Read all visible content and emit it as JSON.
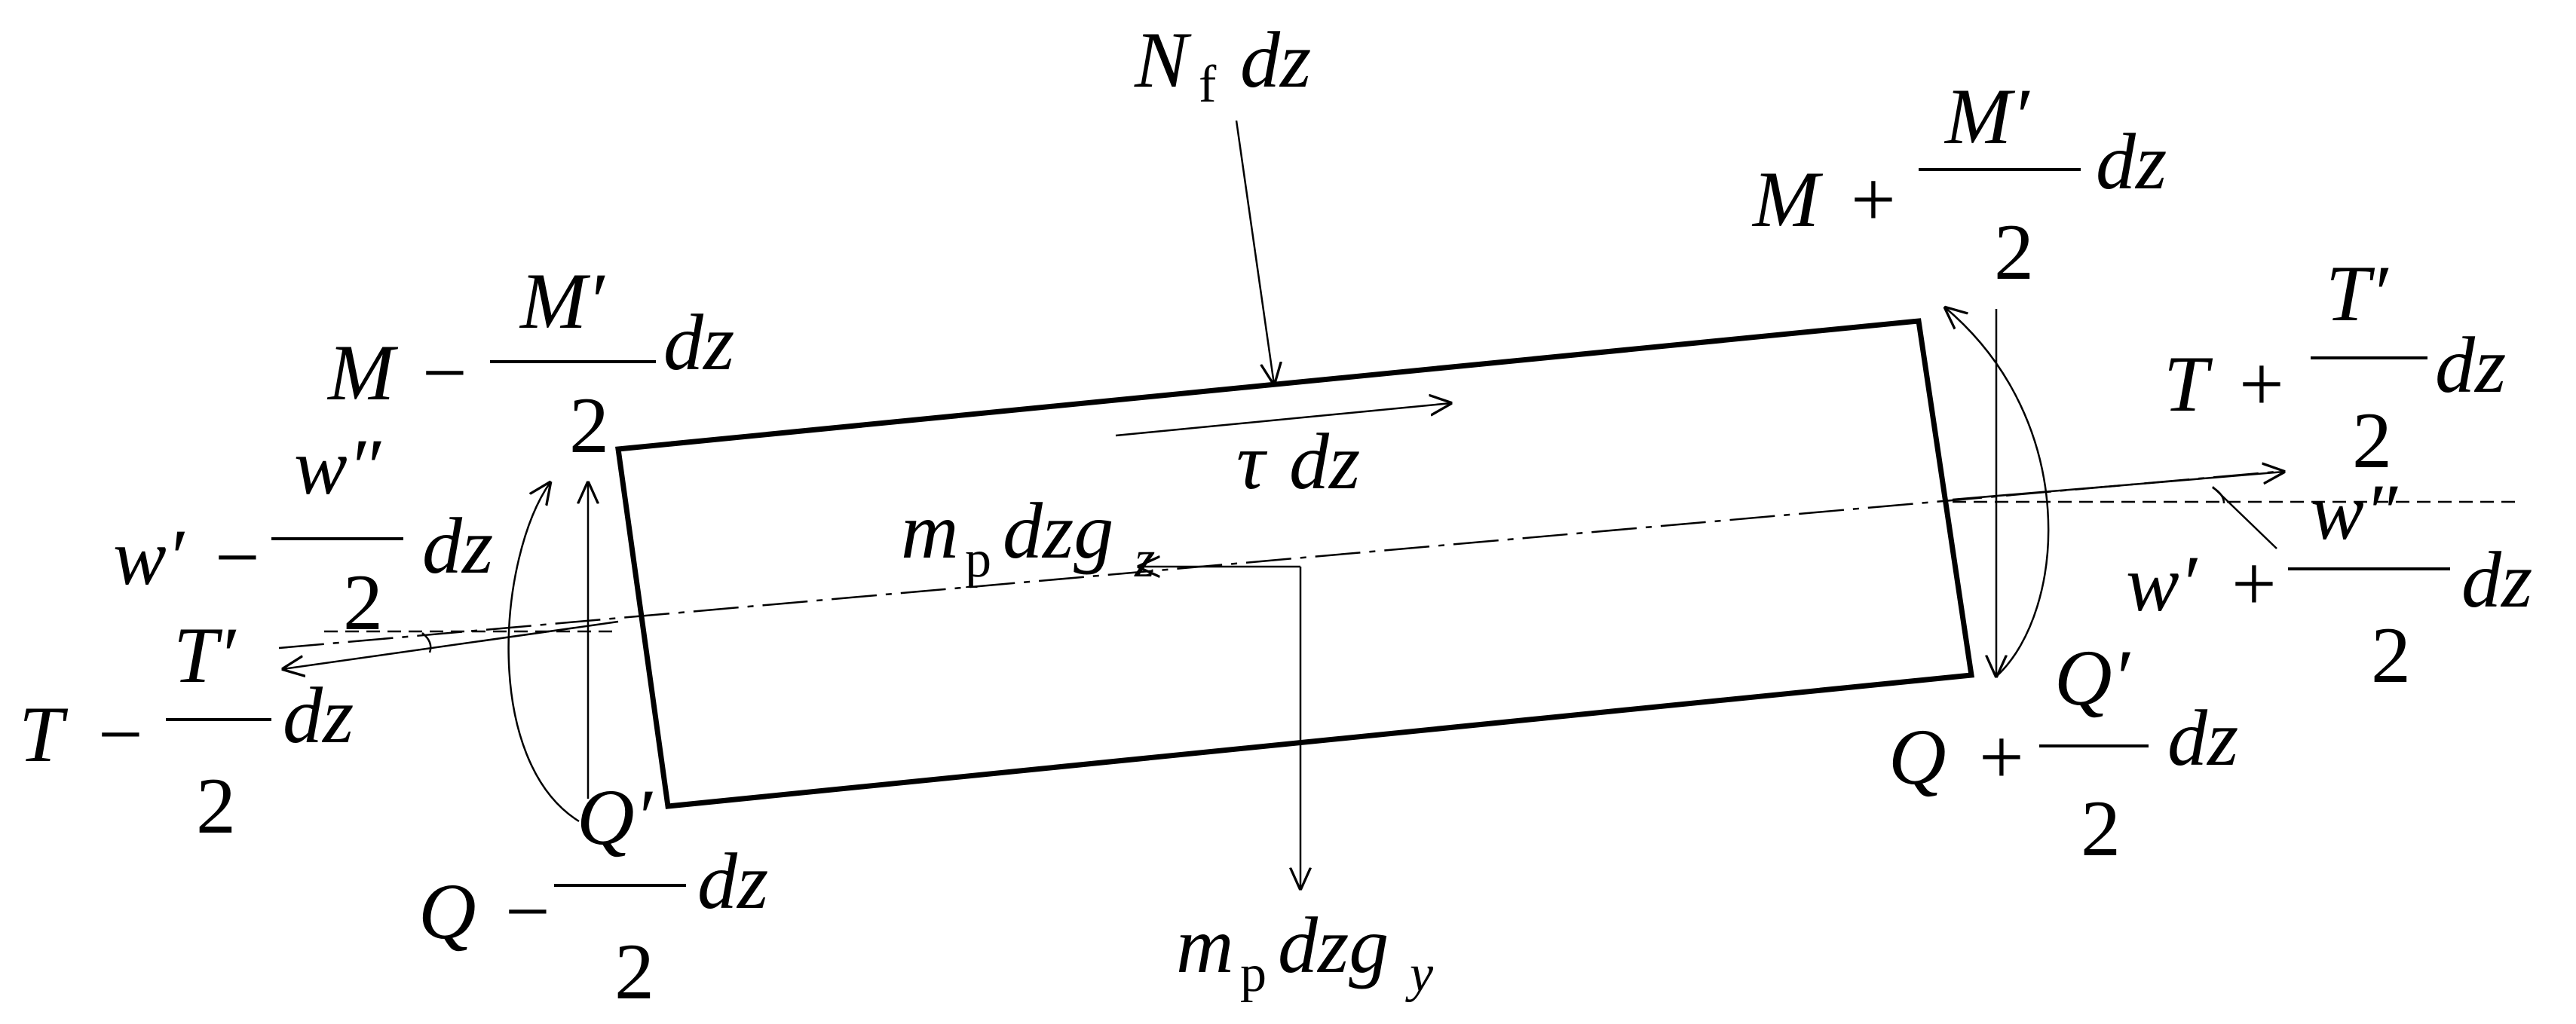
{
  "labels": {
    "nf": {
      "main": "N",
      "sub": "f",
      "tail": "dz"
    },
    "tau": {
      "sym": "τ",
      "tail": "dz"
    },
    "mpz": {
      "m": "m",
      "sub": "p",
      "mid": "dzg",
      "sub2": "z"
    },
    "mpy": {
      "m": "m",
      "sub": "p",
      "mid": "dzg",
      "sub2": "y"
    },
    "m_minus": {
      "lhs": "M",
      "op": "−",
      "num": "M′",
      "den": "2",
      "tail": "dz"
    },
    "m_plus": {
      "lhs": "M",
      "op": "+",
      "num": "M′",
      "den": "2",
      "tail": "dz"
    },
    "w_minus": {
      "lhs": "w′",
      "op": "−",
      "num": "w″",
      "den": "2",
      "tail": "dz"
    },
    "w_plus": {
      "lhs": "w′",
      "op": "+",
      "num": "w″",
      "den": "2",
      "tail": "dz"
    },
    "t_minus": {
      "lhs": "T",
      "op": "−",
      "num": "T′",
      "den": "2",
      "tail": "dz"
    },
    "t_plus": {
      "lhs": "T",
      "op": "+",
      "num": "T′",
      "den": "2",
      "tail": "dz"
    },
    "q_minus": {
      "lhs": "Q",
      "op": "−",
      "num": "Q′",
      "den": "2",
      "tail": "dz"
    },
    "q_plus": {
      "lhs": "Q",
      "op": "+",
      "num": "Q′",
      "den": "2",
      "tail": "dz"
    }
  }
}
